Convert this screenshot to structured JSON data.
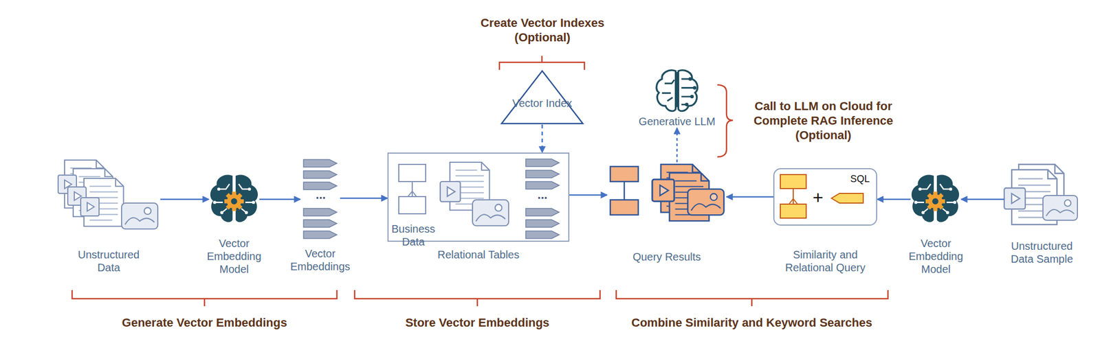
{
  "diagram": {
    "nodes": [
      {
        "text": [
          "Unstructured Data"
        ]
      },
      {
        "text": [
          "Vector Embedding Model"
        ]
      },
      {
        "text": [
          "Vector Embeddings"
        ]
      },
      {
        "text": [
          "Relational Tables"
        ]
      },
      {
        "text": [
          "Business Data"
        ],
        "in": 3
      },
      {
        "text": [
          "Vector Index"
        ]
      },
      {
        "text": [
          "Generative LLM"
        ]
      },
      {
        "text": [
          "Query Results"
        ]
      },
      {
        "text": [
          "SQL",
          "Similarity and Relational Query"
        ]
      },
      {
        "text": [
          "Vector Embedding Model"
        ]
      },
      {
        "text": [
          "Unstructured Data Sample"
        ]
      }
    ],
    "edges": [
      {
        "from": 0,
        "to": 1,
        "arrow": "to"
      },
      {
        "from": 1,
        "to": 2,
        "arrow": "to"
      },
      {
        "from": 2,
        "to": 3,
        "arrow": "to"
      },
      {
        "from": 5,
        "to": 3,
        "arrow": "to"
      },
      {
        "from": 3,
        "to": 7,
        "arrow": "to"
      },
      {
        "from": 7,
        "to": 6,
        "arrow": "to"
      },
      {
        "from": 10,
        "to": 9,
        "arrow": "to"
      },
      {
        "from": 9,
        "to": 8,
        "arrow": "to"
      },
      {
        "from": 8,
        "to": 7,
        "arrow": "to"
      }
    ],
    "labels": [
      "Create Vector Indexes (Optional)",
      "Call to LLM on Cloud for Complete RAG Inference (Optional)",
      "...",
      "...",
      "+",
      "Generate Vector Embeddings",
      "Store Vector Embeddings",
      "Combine Similarity and Keyword Searches"
    ]
  }
}
